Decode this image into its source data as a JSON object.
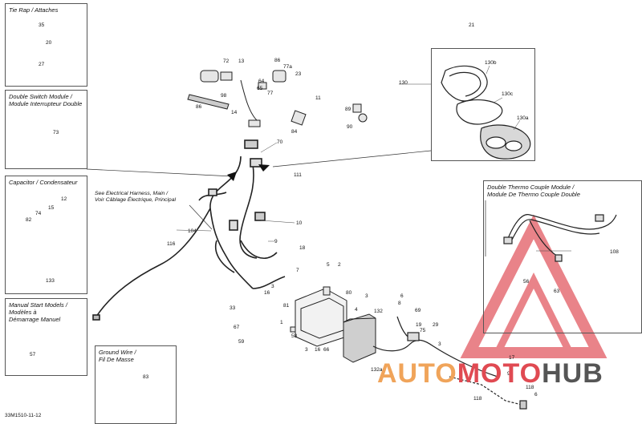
{
  "boxes": {
    "tie_rap": {
      "title": "Tie Rap / Attaches",
      "parts": [
        "35",
        "20",
        "27"
      ]
    },
    "double_switch": {
      "title_line1": "Double Switch Module /",
      "title_line2": "Module Interrupteur Double",
      "parts": [
        "73"
      ]
    },
    "capacitor": {
      "title": "Capacitor / Condensateur",
      "parts": [
        "12",
        "15",
        "74",
        "82",
        "133"
      ]
    },
    "manual_start": {
      "title_line1": "Manual Start Models /",
      "title_line2": "Modèles à",
      "title_line3": "Démarrage Manuel",
      "parts": [
        "57"
      ]
    },
    "ground_wire": {
      "title_line1": "Ground Wire /",
      "title_line2": "Fil De Masse",
      "parts": [
        "83"
      ]
    },
    "thermo": {
      "title_line1": "Double Thermo Couple Module /",
      "title_line2": "Module De Thermo Couple Double",
      "parts": [
        "108",
        "56",
        "63"
      ]
    },
    "cover": {
      "parts": [
        "130b",
        "130c",
        "130a"
      ]
    }
  },
  "note": {
    "line1": "See Electrical Harness, Main /",
    "line2": "Voir Câblage Électrique, Principal"
  },
  "labels": {
    "l21": "21",
    "l130": "130",
    "l72": "72",
    "l13": "13",
    "l86a": "86",
    "l77a": "77a",
    "l23": "23",
    "l64": "64",
    "l65": "65",
    "l98": "98",
    "l77": "77",
    "l14": "14",
    "l86b": "86",
    "l11": "11",
    "l89": "89",
    "l84": "84",
    "l90": "90",
    "l70": "70",
    "l111": "111",
    "l10": "10",
    "l104": "104",
    "l9": "9",
    "l116": "116",
    "l18": "18",
    "l7": "7",
    "l5": "5",
    "l2": "2",
    "l3a": "3",
    "l16a": "16",
    "l81": "81",
    "l80": "80",
    "l3b": "3",
    "l33": "33",
    "l67": "67",
    "l59": "59",
    "l1": "1",
    "l58": "58",
    "l3c": "3",
    "l16b": "16",
    "l66": "66",
    "l4": "4",
    "l132": "132",
    "l6a": "6",
    "l8": "8",
    "l69": "69",
    "l19": "19",
    "l75": "75",
    "l29": "29",
    "l3d": "3",
    "l132a": "132a",
    "l17": "17",
    "l91": "91",
    "l118": "118",
    "l6b": "6",
    "l118b": "118"
  },
  "doc_ref": "33M1510-11-12",
  "watermark": {
    "auto": "AUTO",
    "moto": "MOTO",
    "hub": "HUB"
  }
}
